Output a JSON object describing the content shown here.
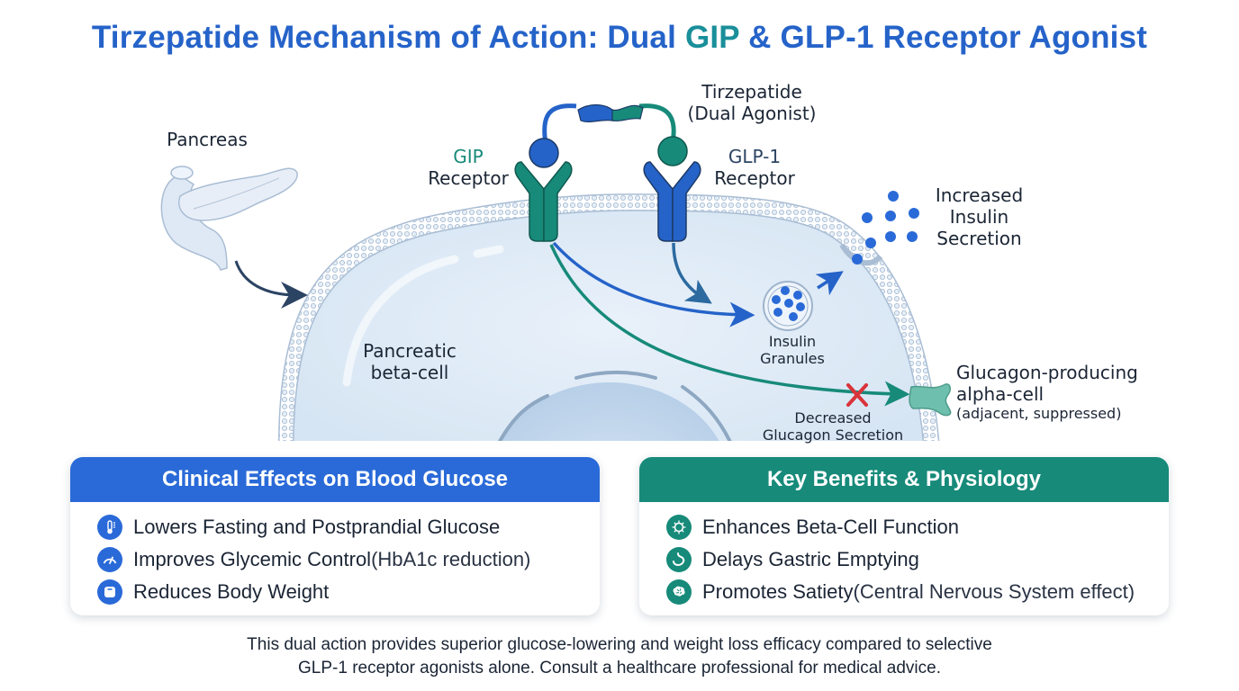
{
  "title": {
    "part1": "Tirzepatide Mechanism of Action: Dual ",
    "accent": "GIP",
    "part2": " & GLP-1 Receptor Agonist"
  },
  "diagram": {
    "pancreas_label": "Pancreas",
    "drug_label_line1": "Tirzepatide",
    "drug_label_line2": "(Dual Agonist)",
    "gip_label_line1": "GIP",
    "gip_label_line2": "Receptor",
    "glp1_label_line1": "GLP-1",
    "glp1_label_line2": "Receptor",
    "insulin_secretion_line1": "Increased",
    "insulin_secretion_line2": "Insulin",
    "insulin_secretion_line3": "Secretion",
    "cell_label_line1": "Pancreatic",
    "cell_label_line2": "beta-cell",
    "granules_line1": "Insulin",
    "granules_line2": "Granules",
    "glucagon_line1": "Decreased",
    "glucagon_line2": "Glucagon Secretion",
    "alpha_line1": "Glucagon-producing",
    "alpha_line2": "alpha-cell",
    "alpha_line3": "(adjacent, suppressed)",
    "colors": {
      "blue": "#2563c9",
      "teal": "#178a7a",
      "inhibit": "#d9343a",
      "navy": "#2c4463"
    }
  },
  "cards": {
    "clinical": {
      "header": "Clinical Effects on Blood Glucose",
      "color": "#2a6ad8",
      "items": [
        {
          "icon": "thermometer-icon",
          "text": "Lowers Fasting and Postprandial Glucose",
          "sub": ""
        },
        {
          "icon": "gauge-icon",
          "text": "Improves Glycemic Control",
          "sub": " (HbA1c reduction)"
        },
        {
          "icon": "scale-icon",
          "text": "Reduces Body Weight",
          "sub": ""
        }
      ]
    },
    "benefits": {
      "header": "Key Benefits & Physiology",
      "color": "#178a7a",
      "items": [
        {
          "icon": "cell-icon",
          "text": "Enhances Beta-Cell Function",
          "sub": ""
        },
        {
          "icon": "stomach-icon",
          "text": "Delays Gastric Emptying",
          "sub": ""
        },
        {
          "icon": "brain-icon",
          "text": "Promotes Satiety",
          "sub": " (Central Nervous System effect)"
        }
      ]
    }
  },
  "footer": {
    "line1": "This dual action provides superior glucose-lowering and weight loss efficacy compared to selective",
    "line2_strong": "GLP-1 receptor agonists alone.",
    "line2_rest": " Consult a healthcare professional for medical advice."
  }
}
